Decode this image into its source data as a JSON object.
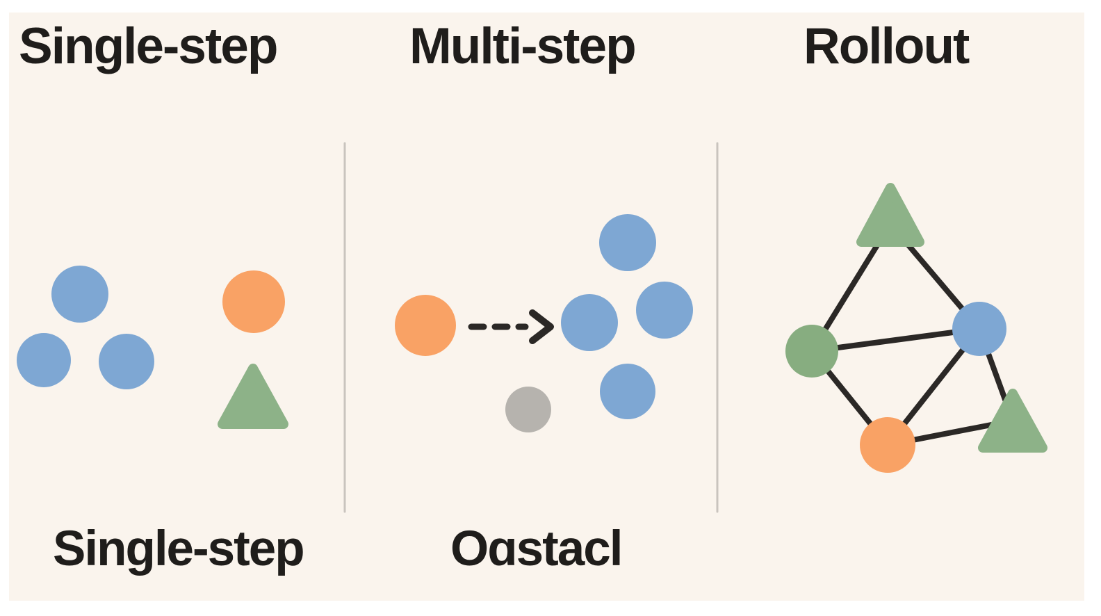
{
  "colors": {
    "page_background": "#ffffff",
    "panel_background": "#faf4ed",
    "blue": "#7ea7d3",
    "orange": "#f9a265",
    "green": "#8db288",
    "green_circle": "#87ad80",
    "gray": "#b6b3ae",
    "line": "#2b2826",
    "divider": "#c9c4be",
    "text": "#1f1d1b"
  },
  "panels": [
    {
      "title": "Single-step",
      "caption": "Single-step",
      "shapes": [
        {
          "name": "blue-circle-top",
          "shape": "circle",
          "color": "blue"
        },
        {
          "name": "blue-circle-left",
          "shape": "circle",
          "color": "blue"
        },
        {
          "name": "blue-circle-right",
          "shape": "circle",
          "color": "blue"
        },
        {
          "name": "orange-circle",
          "shape": "circle",
          "color": "orange"
        },
        {
          "name": "green-triangle",
          "shape": "triangle",
          "color": "green"
        }
      ]
    },
    {
      "title": "Multi-step",
      "caption": "Oɑstacl",
      "arrow": {
        "type": "dashed-arrow",
        "direction": "right"
      },
      "shapes": [
        {
          "name": "orange-circle",
          "shape": "circle",
          "color": "orange"
        },
        {
          "name": "blue-circle-top",
          "shape": "circle",
          "color": "blue"
        },
        {
          "name": "blue-circle-left",
          "shape": "circle",
          "color": "blue"
        },
        {
          "name": "blue-circle-right",
          "shape": "circle",
          "color": "blue"
        },
        {
          "name": "blue-circle-bottom",
          "shape": "circle",
          "color": "blue"
        },
        {
          "name": "gray-circle",
          "shape": "circle",
          "color": "gray"
        }
      ]
    },
    {
      "title": "Rollout",
      "graph": {
        "nodes": [
          {
            "id": "triangle-top",
            "shape": "triangle",
            "color": "green"
          },
          {
            "id": "circle-left",
            "shape": "circle",
            "color": "green"
          },
          {
            "id": "circle-right",
            "shape": "circle",
            "color": "blue"
          },
          {
            "id": "circle-bottom",
            "shape": "circle",
            "color": "orange"
          },
          {
            "id": "triangle-bottom",
            "shape": "triangle",
            "color": "green"
          }
        ],
        "edges": [
          [
            "triangle-top",
            "circle-left"
          ],
          [
            "triangle-top",
            "circle-right"
          ],
          [
            "circle-left",
            "circle-right"
          ],
          [
            "circle-left",
            "circle-bottom"
          ],
          [
            "circle-right",
            "circle-bottom"
          ],
          [
            "circle-right",
            "triangle-bottom"
          ],
          [
            "circle-bottom",
            "triangle-bottom"
          ]
        ]
      }
    }
  ]
}
